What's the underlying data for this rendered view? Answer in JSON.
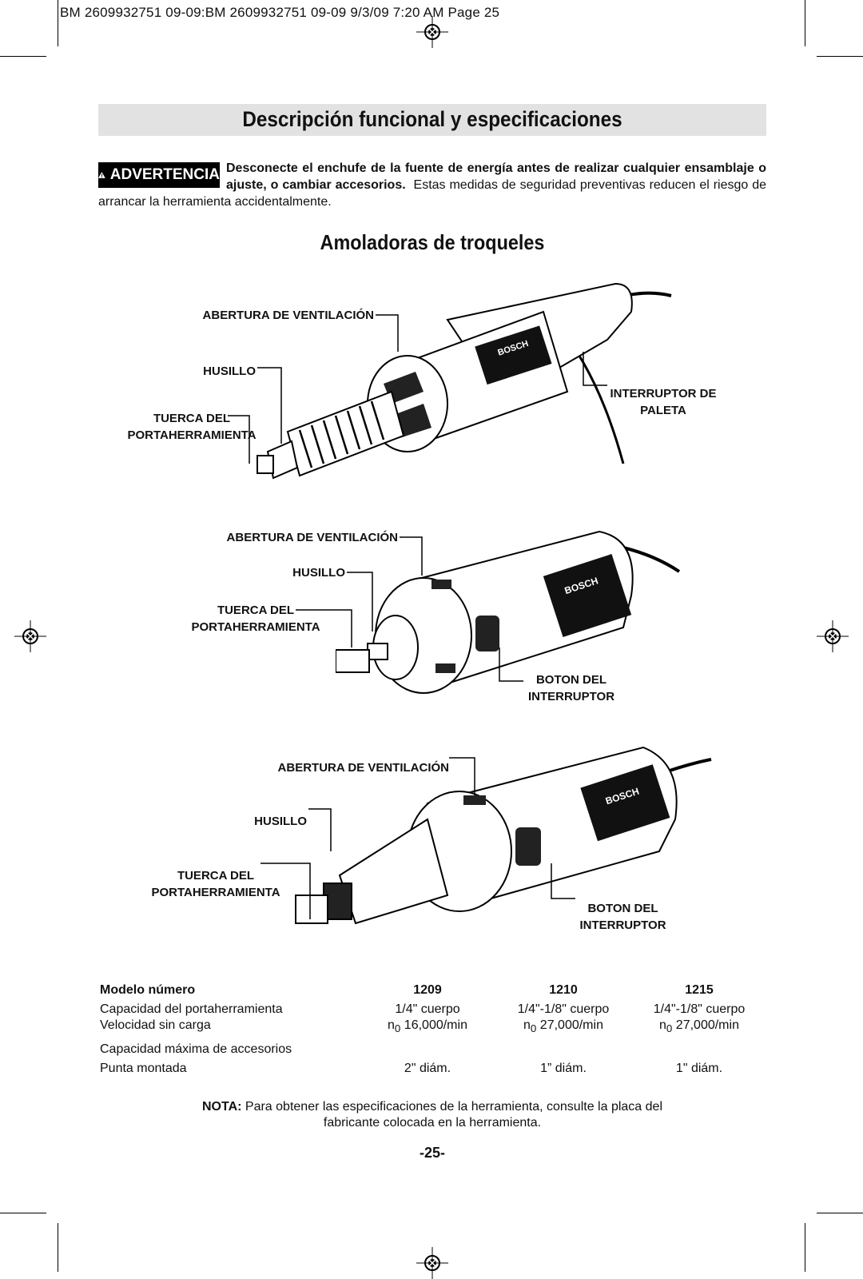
{
  "print_header": "BM 2609932751 09-09:BM 2609932751 09-09  9/3/09  7:20 AM  Page 25",
  "title": "Descripción funcional y especificaciones",
  "warning": {
    "badge": "ADVERTENCIA",
    "bold_text": "Desconecte el enchufe de la fuente de energía antes de realizar cualquier ensamblaje o ajuste, o cambiar accesorios.",
    "text": "Estas medidas de seguridad preventivas reducen el riesgo de arrancar la herramienta accidentalmente."
  },
  "subtitle": "Amoladoras de troqueles",
  "diagrams": [
    {
      "vent": "ABERTURA DE VENTILACIÓN",
      "spindle": "HUSILLO",
      "collet_line1": "TUERCA DEL",
      "collet_line2": "PORTAHERRAMIENTA",
      "switch_line1": "INTERRUPTOR DE",
      "switch_line2": "PALETA",
      "brand": "BOSCH"
    },
    {
      "vent": "ABERTURA DE VENTILACIÓN",
      "spindle": "HUSILLO",
      "collet_line1": "TUERCA DEL",
      "collet_line2": "PORTAHERRAMIENTA",
      "switch_line1": "BOTON DEL",
      "switch_line2": "INTERRUPTOR",
      "brand": "BOSCH"
    },
    {
      "vent": "ABERTURA DE VENTILACIÓN",
      "spindle": "HUSILLO",
      "collet_line1": "TUERCA DEL",
      "collet_line2": "PORTAHERRAMIENTA",
      "switch_line1": "BOTON DEL",
      "switch_line2": "INTERRUPTOR",
      "brand": "BOSCH"
    }
  ],
  "specs": {
    "header": [
      "Modelo número",
      "1209",
      "1210",
      "1215"
    ],
    "rows": [
      [
        "Capacidad del portaherramienta",
        "1/4\" cuerpo",
        "1/4\"-1/8\" cuerpo",
        "1/4\"-1/8\" cuerpo"
      ],
      [
        "Velocidad sin carga",
        "16,000/min",
        "27,000/min",
        "27,000/min"
      ]
    ],
    "speed_prefix": "n",
    "speed_sub": "0",
    "max_label": "Capacidad máxima de accesorios",
    "mounted_row": [
      "Punta montada",
      "2\" diám.",
      "1” diám.",
      "1\" diám."
    ]
  },
  "note": {
    "label": "NOTA:",
    "text_line1": "Para obtener las especificaciones de la herramienta, consulte la placa del",
    "text_line2": "fabricante colocada en la herramienta."
  },
  "page_number": "-25-"
}
